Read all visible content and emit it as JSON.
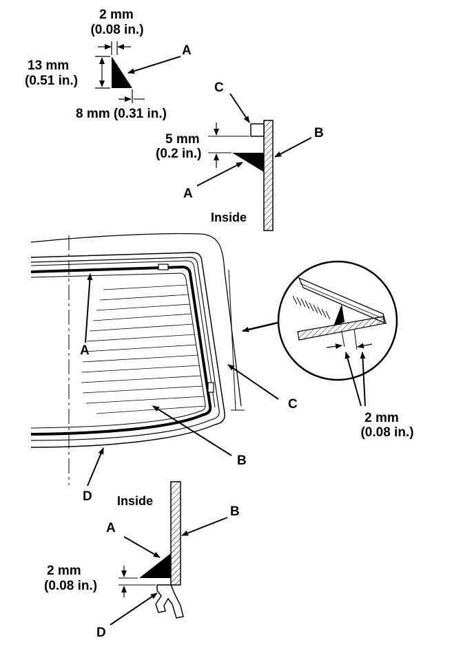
{
  "bead_profile": {
    "top_mm": "2 mm",
    "top_in": "(0.08 in.)",
    "height_mm": "13 mm",
    "height_in": "(0.51 in.)",
    "width": "8 mm (0.31 in.)",
    "label_a": "A"
  },
  "upper_section": {
    "label_c": "C",
    "label_b": "B",
    "label_a": "A",
    "gap_mm": "5 mm",
    "gap_in": "(0.2 in.)",
    "inside": "Inside"
  },
  "window_view": {
    "label_a": "A",
    "label_b": "B",
    "label_c": "C",
    "label_d": "D"
  },
  "detail_circle": {
    "gap_mm": "2 mm",
    "gap_in": "(0.08 in.)"
  },
  "lower_section": {
    "inside": "Inside",
    "label_b": "B",
    "label_a": "A",
    "gap_mm": "2 mm",
    "gap_in": "(0.08 in.)",
    "label_d": "D"
  }
}
